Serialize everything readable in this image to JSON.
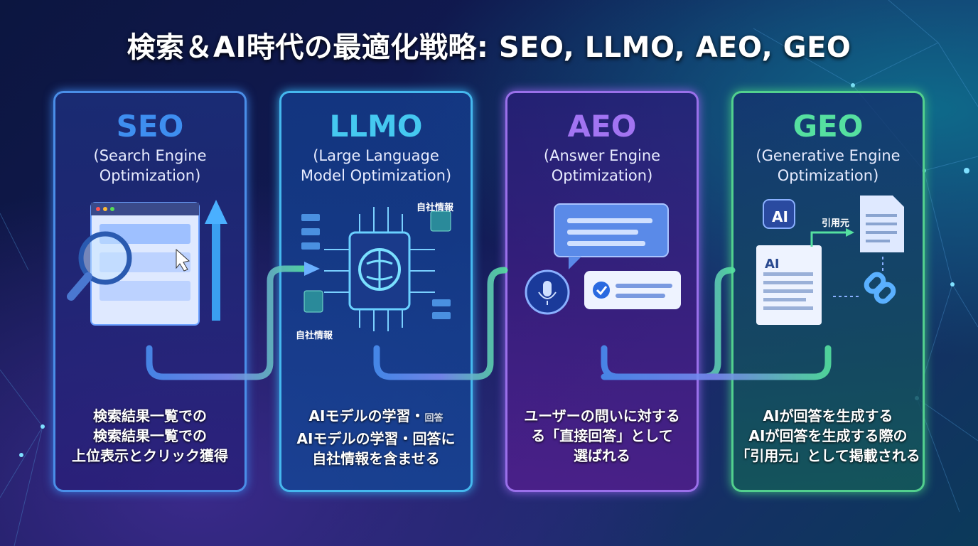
{
  "title": "検索＆AI時代の最適化戦略: SEO, LLMO, AEO, GEO",
  "colors": {
    "seo": "#3e8ef0",
    "llmo": "#45c8f0",
    "aeo": "#a274f2",
    "geo": "#55e0a0"
  },
  "cards": [
    {
      "key": "seo",
      "name": "SEO",
      "sub1": "(Search Engine",
      "sub2": "Optimization)",
      "desc1": "検索結果一覧での",
      "desc2": "検索結果一覧での",
      "desc3": "上位表示とクリック獲得"
    },
    {
      "key": "llmo",
      "name": "LLMO",
      "sub1": "(Large Language",
      "sub2": "Model Optimization)",
      "desc1": "AIモデルの学習・",
      "desc1_garbled": "回答",
      "desc2": "AIモデルの学習・回答に",
      "desc3": "自社情報を含ませる",
      "label_top": "自社情報",
      "label_bottom": "自社情報"
    },
    {
      "key": "aeo",
      "name": "AEO",
      "sub1": "(Answer Engine",
      "sub2": "Optimization)",
      "desc1": "ユーザーの問いに対する",
      "desc2": "る「直接回答」として",
      "desc3": "選ばれる"
    },
    {
      "key": "geo",
      "name": "GEO",
      "sub1": "(Generative Engine",
      "sub2": "Optimization)",
      "desc1": "AIが回答を生成する",
      "desc2": "AIが回答を生成する際の",
      "desc3": "「引用元」として掲載される",
      "robot_label": "AI",
      "doc_label": "AI",
      "cite_label": "引用元"
    }
  ]
}
